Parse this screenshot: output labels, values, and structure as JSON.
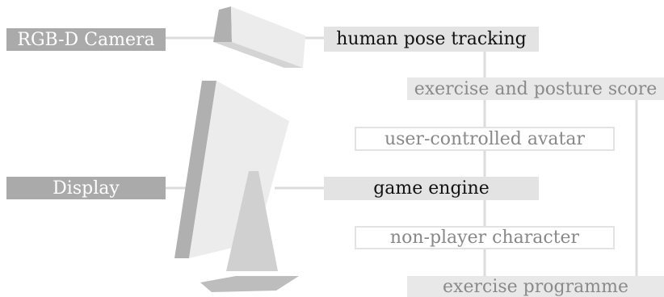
{
  "labels": {
    "camera": "RGB-D Camera",
    "display": "Display",
    "pose_tracking": "human pose tracking",
    "score": "exercise and posture score",
    "avatar": "user-controlled avatar",
    "game_engine": "game engine",
    "npc": "non-player character",
    "programme": "exercise programme"
  },
  "colors": {
    "dark_box": "#aaaaaa",
    "mid_box": "#e3e3e3",
    "soft_box": "#e8e8e8",
    "connector": "#dcdcdc",
    "device_light": "#ececec",
    "device_dark": "#b0b0b0"
  }
}
